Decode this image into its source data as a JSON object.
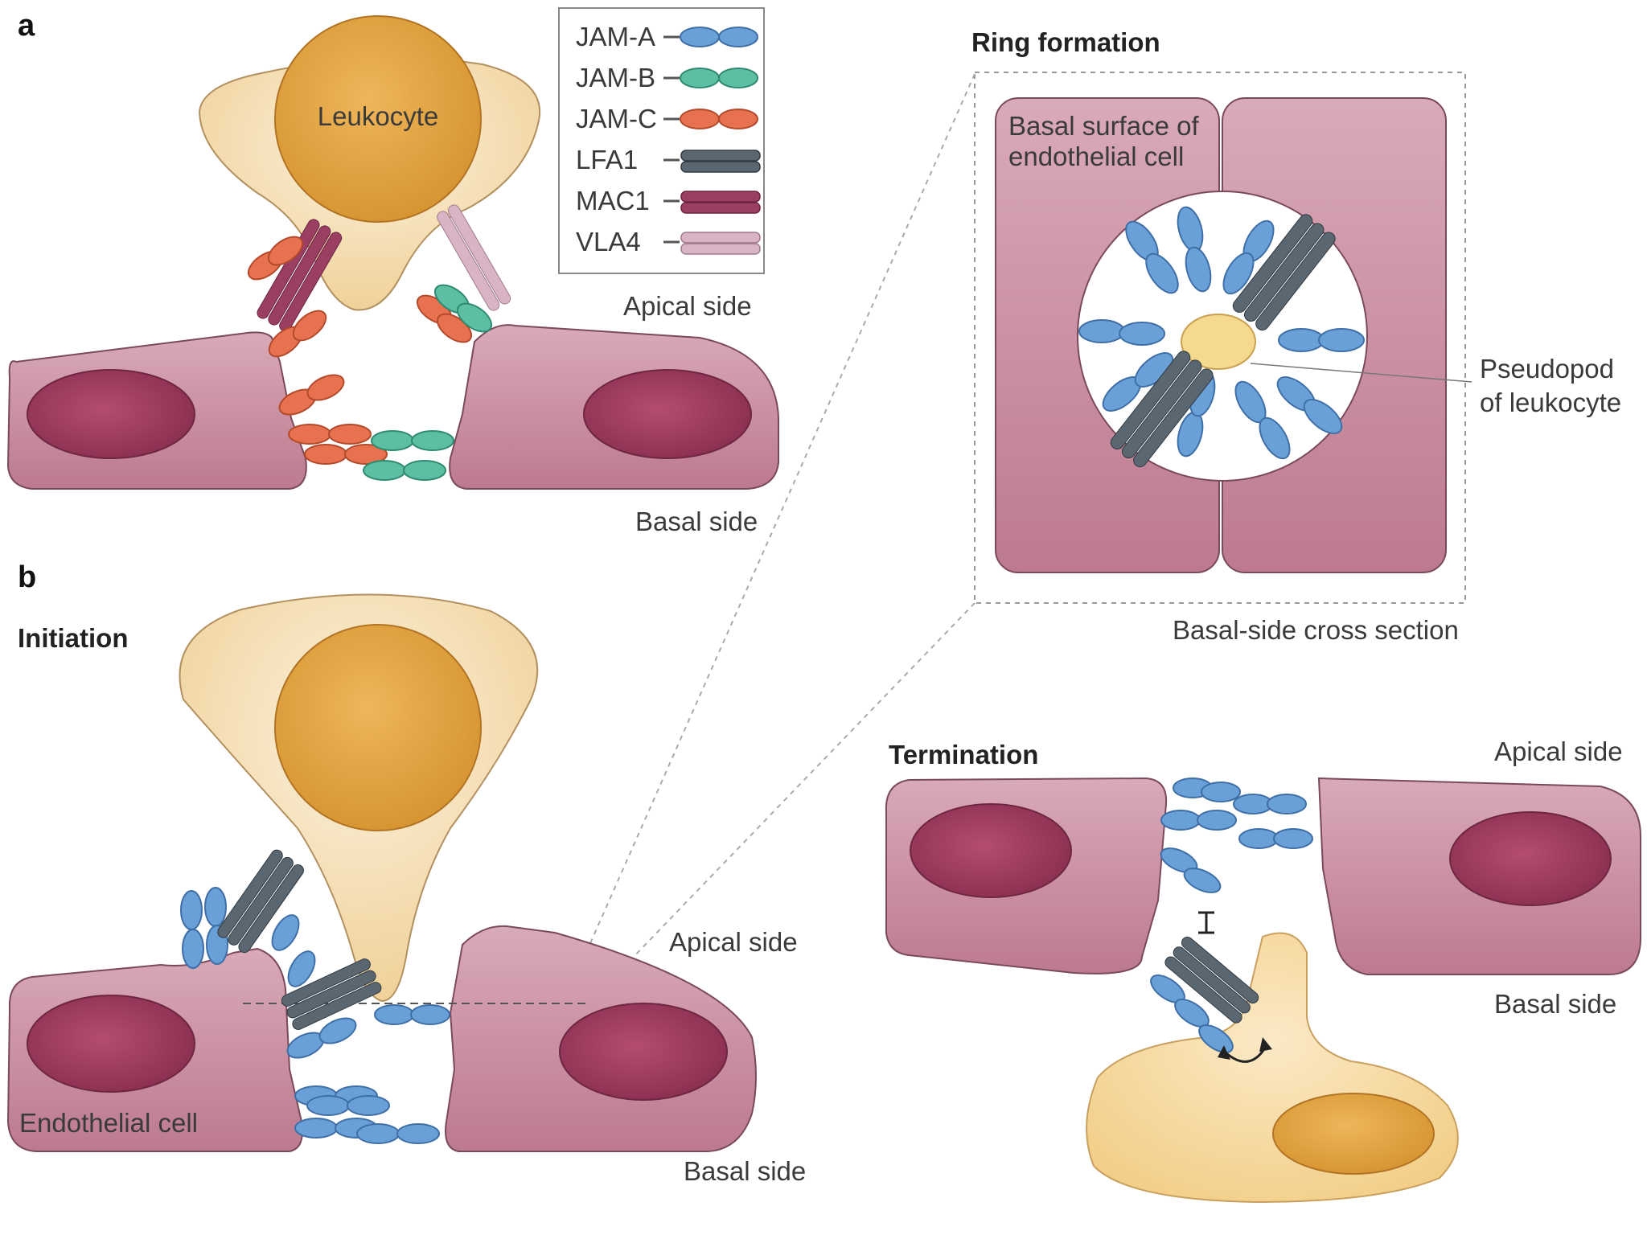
{
  "panels": {
    "a": "a",
    "b": "b"
  },
  "legend": {
    "items": [
      {
        "label": "JAM-A",
        "color": "#6aa0d8",
        "kind": "ellipse"
      },
      {
        "label": "JAM-B",
        "color": "#5cbfa3",
        "kind": "ellipse"
      },
      {
        "label": "JAM-C",
        "color": "#e8724f",
        "kind": "ellipse"
      },
      {
        "label": "LFA1",
        "color": "#5a6670",
        "kind": "bar"
      },
      {
        "label": "MAC1",
        "color": "#9a3f62",
        "kind": "bar"
      },
      {
        "label": "VLA4",
        "color": "#d9b4c4",
        "kind": "bar"
      }
    ]
  },
  "labels": {
    "leukocyte": "Leukocyte",
    "apical_a": "Apical side",
    "basal_a": "Basal side",
    "ring_title": "Ring formation",
    "basal_surface": [
      "Basal surface of",
      "endothelial cell"
    ],
    "pseudopod": [
      "Pseudopod",
      "of leukocyte"
    ],
    "cross_section": "Basal-side cross section",
    "initiation": "Initiation",
    "apical_b": "Apical side",
    "basal_b": "Basal side",
    "endothelial": "Endothelial cell",
    "termination": "Termination",
    "apical_t": "Apical side",
    "basal_t": "Basal side"
  },
  "colors": {
    "endothelial": "#c98fa2",
    "endothelial_dark": "#b0697f",
    "nucleus": "#9c3b5d",
    "leukocyte_cyto": "#f4dcaa",
    "leukocyte_nucleus": "#e3a54a",
    "outline": "#7a4a5a"
  }
}
